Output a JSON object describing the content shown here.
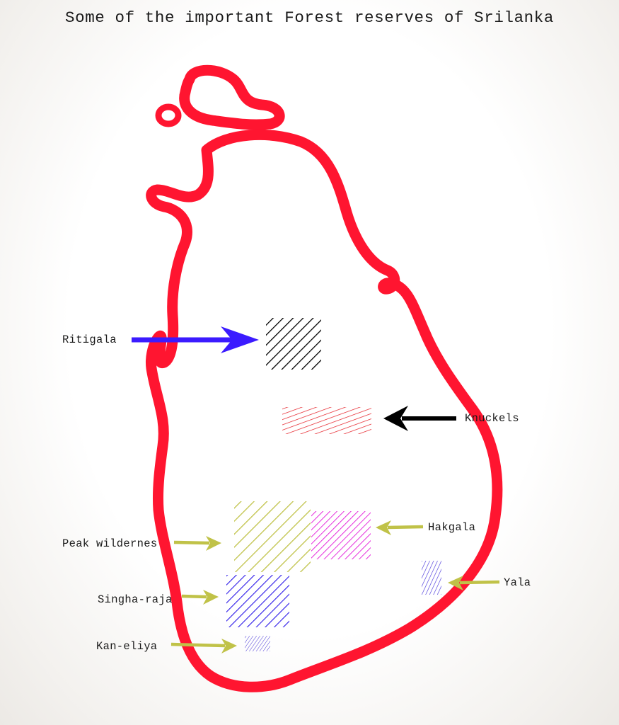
{
  "title": "Some of the important Forest reserves of Srilanka",
  "colors": {
    "outline": "#ff1530",
    "ritigala_arrow": "#3b1bff",
    "ritigala_hatch": "#000000",
    "knuckels_arrow": "#000000",
    "knuckels_hatch": "#e4161e",
    "peak_hatch": "#c0c248",
    "hakgala_hatch": "#e316d9",
    "singharaja_hatch": "#2b18e8",
    "yala_hatch": "#3b28d8",
    "kaneliya_hatch": "#4a39d6",
    "olive_arrow": "#c0c248"
  },
  "reserves": [
    {
      "key": "ritigala",
      "label": "Ritigala"
    },
    {
      "key": "knuckels",
      "label": "Knuckels"
    },
    {
      "key": "hakgala",
      "label": "Hakgala"
    },
    {
      "key": "peak",
      "label": "Peak wildernes"
    },
    {
      "key": "yala",
      "label": "Yala"
    },
    {
      "key": "singharaja",
      "label": "Singha-raja"
    },
    {
      "key": "kaneliya",
      "label": "Kan-eliya"
    }
  ]
}
